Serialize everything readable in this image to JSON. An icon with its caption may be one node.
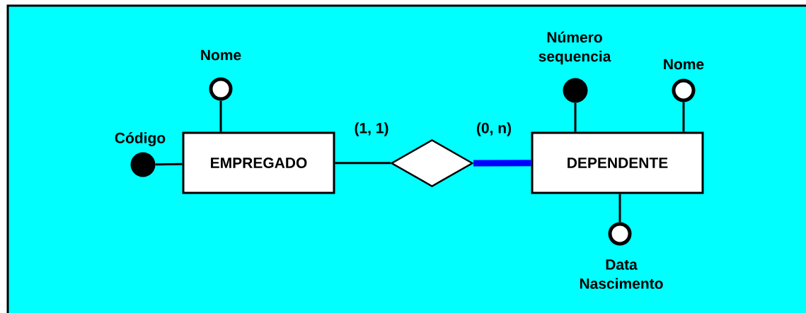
{
  "diagram": {
    "nodes": [
      {
        "text": [],
        "shape": "circle",
        "beside": [
          "Nome"
        ]
      },
      {
        "text": [],
        "shape": "dot",
        "beside": [
          "Código"
        ]
      },
      {
        "text": [
          "EMPREGADO"
        ]
      },
      {
        "text": [],
        "shape": "diamond"
      },
      {
        "text": [],
        "shape": "dot",
        "beside": [
          "Número sequencia"
        ]
      },
      {
        "text": [],
        "shape": "circle",
        "beside": [
          "Nome"
        ]
      },
      {
        "text": [
          "DEPENDENTE"
        ]
      },
      {
        "text": [],
        "shape": "circle",
        "beside": [
          "Data Nascimento"
        ]
      }
    ],
    "edges": [
      {
        "from": 0,
        "to": 2,
        "arrow": "none"
      },
      {
        "from": 1,
        "to": 2,
        "arrow": "none"
      },
      {
        "from": 2,
        "to": 3,
        "arrow": "none",
        "label": "(1, 1)"
      },
      {
        "from": 3,
        "to": 6,
        "arrow": "none",
        "label": "(0, n)",
        "style": "thick",
        "color": "#0000ff"
      },
      {
        "from": 4,
        "to": 6,
        "arrow": "none"
      },
      {
        "from": 5,
        "to": 6,
        "arrow": "none"
      },
      {
        "from": 7,
        "to": 6,
        "arrow": "none"
      }
    ]
  }
}
